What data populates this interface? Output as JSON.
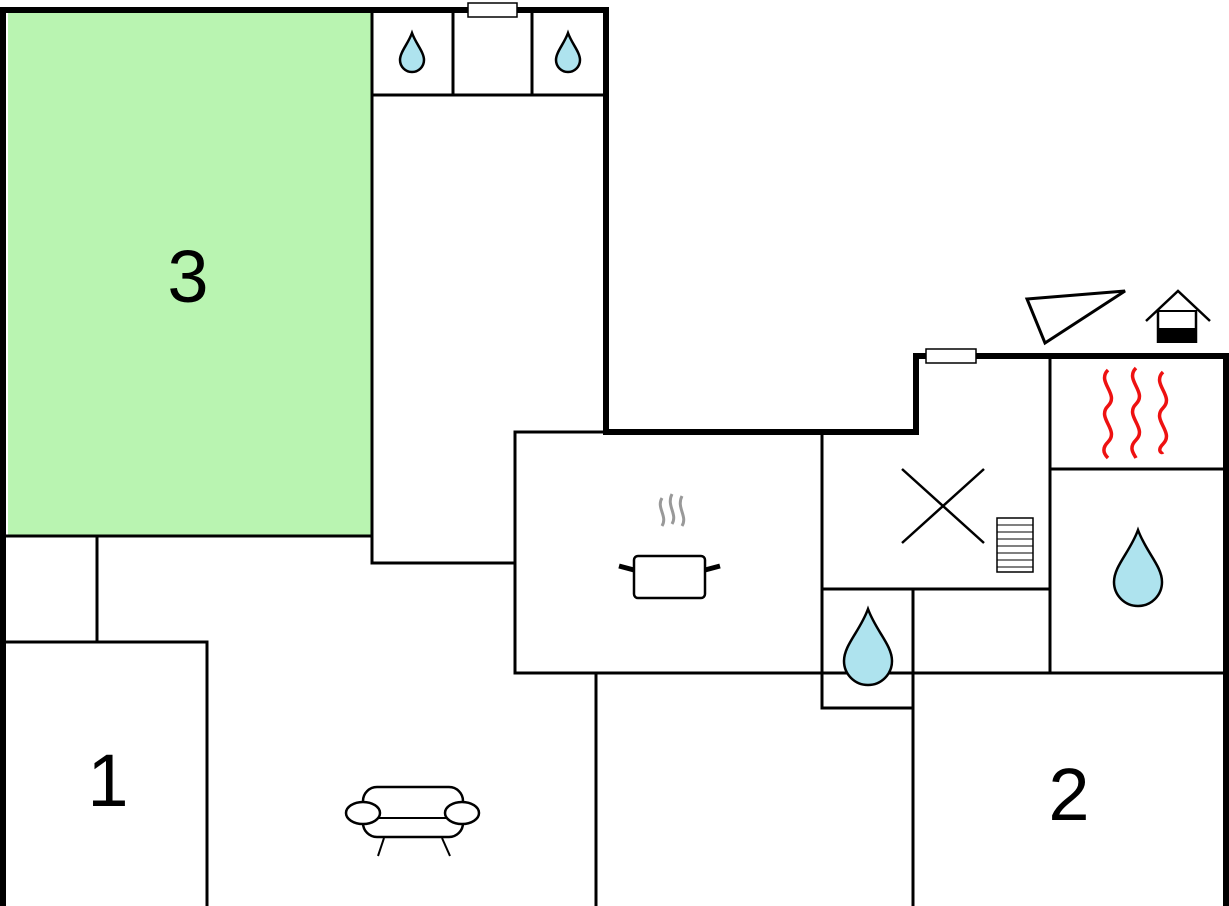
{
  "floorplan": {
    "rooms": [
      {
        "id": "room-3",
        "label": "3",
        "highlight_color": "#b9f4b1"
      },
      {
        "id": "room-1",
        "label": "1"
      },
      {
        "id": "room-2",
        "label": "2"
      }
    ],
    "icons": [
      "water-drop-icon",
      "water-drop-icon",
      "cooking-pot-icon",
      "fireplace-x-icon",
      "stairs-icon",
      "sauna-heat-icon",
      "water-drop-icon",
      "water-drop-icon",
      "sofa-icon",
      "north-arrow-icon",
      "house-icon"
    ],
    "colors": {
      "highlight": "#b9f4b1",
      "water": "#aee3ee",
      "heat": "#ee1111",
      "steam": "#999999",
      "walls": "#000000"
    }
  }
}
